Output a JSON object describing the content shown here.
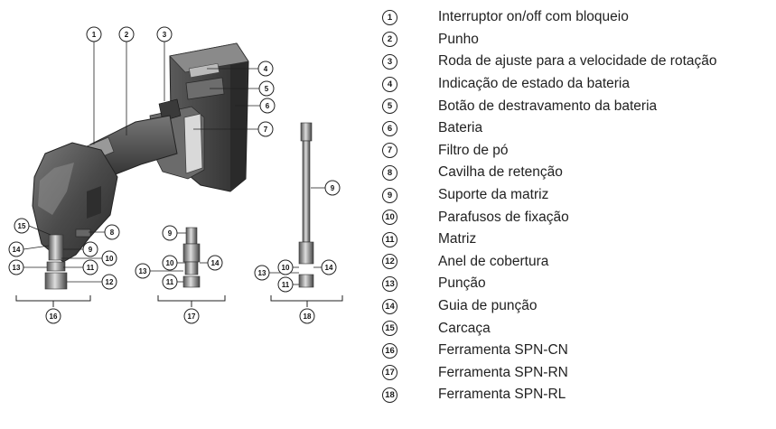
{
  "callouts": {
    "c1": "1",
    "c2": "2",
    "c3": "3",
    "c4": "4",
    "c5": "5",
    "c6": "6",
    "c7": "7",
    "c8": "8",
    "c9": "9",
    "c10": "10",
    "c11": "11",
    "c12": "12",
    "c13": "13",
    "c14": "14",
    "c15": "15",
    "c16": "16",
    "c17": "17",
    "c18": "18"
  },
  "legend": [
    {
      "num": "1",
      "text": "Interruptor on/off com bloqueio"
    },
    {
      "num": "2",
      "text": "Punho"
    },
    {
      "num": "3",
      "text": "Roda de ajuste para a velocidade de rotação"
    },
    {
      "num": "4",
      "text": "Indicação de estado da bateria"
    },
    {
      "num": "5",
      "text": "Botão de destravamento da bateria"
    },
    {
      "num": "6",
      "text": "Bateria"
    },
    {
      "num": "7",
      "text": "Filtro de pó"
    },
    {
      "num": "8",
      "text": "Cavilha de retenção"
    },
    {
      "num": "9",
      "text": "Suporte da matriz"
    },
    {
      "num": "10",
      "text": "Parafusos de fixação"
    },
    {
      "num": "11",
      "text": "Matriz"
    },
    {
      "num": "12",
      "text": "Anel de cobertura"
    },
    {
      "num": "13",
      "text": "Punção"
    },
    {
      "num": "14",
      "text": "Guia de punção"
    },
    {
      "num": "15",
      "text": "Carcaça"
    },
    {
      "num": "16",
      "text": "Ferramenta SPN-CN"
    },
    {
      "num": "17",
      "text": "Ferramenta SPN-RN"
    },
    {
      "num": "18",
      "text": "Ferramenta SPN-RL"
    }
  ]
}
